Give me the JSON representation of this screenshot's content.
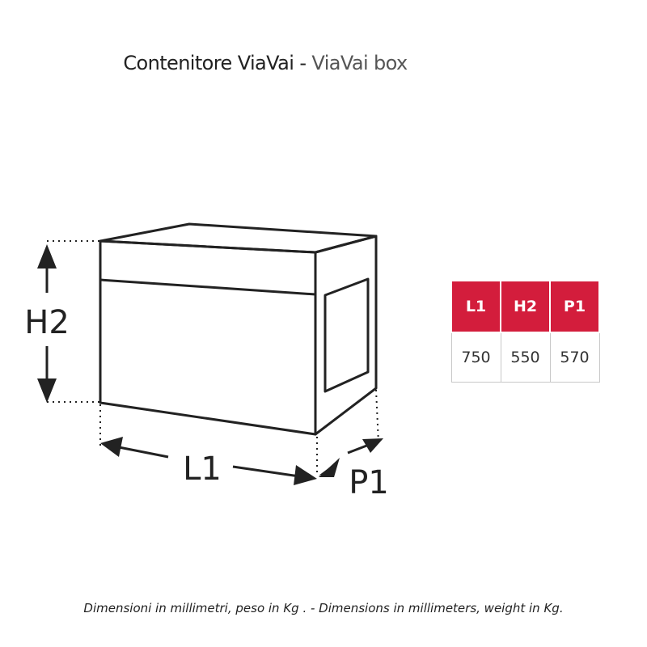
{
  "title": {
    "main": "Contenitore ViaVai",
    "separator": " - ",
    "sub": "ViaVai box"
  },
  "diagram": {
    "labels": {
      "height": "H2",
      "length": "L1",
      "depth": "P1"
    }
  },
  "specs": {
    "headers": [
      "L1",
      "H2",
      "P1"
    ],
    "values": [
      "750",
      "550",
      "570"
    ],
    "header_color": "#d31d3c"
  },
  "footer": {
    "note": "Dimensioni in millimetri, peso in Kg . - Dimensions in millimeters, weight in Kg."
  }
}
